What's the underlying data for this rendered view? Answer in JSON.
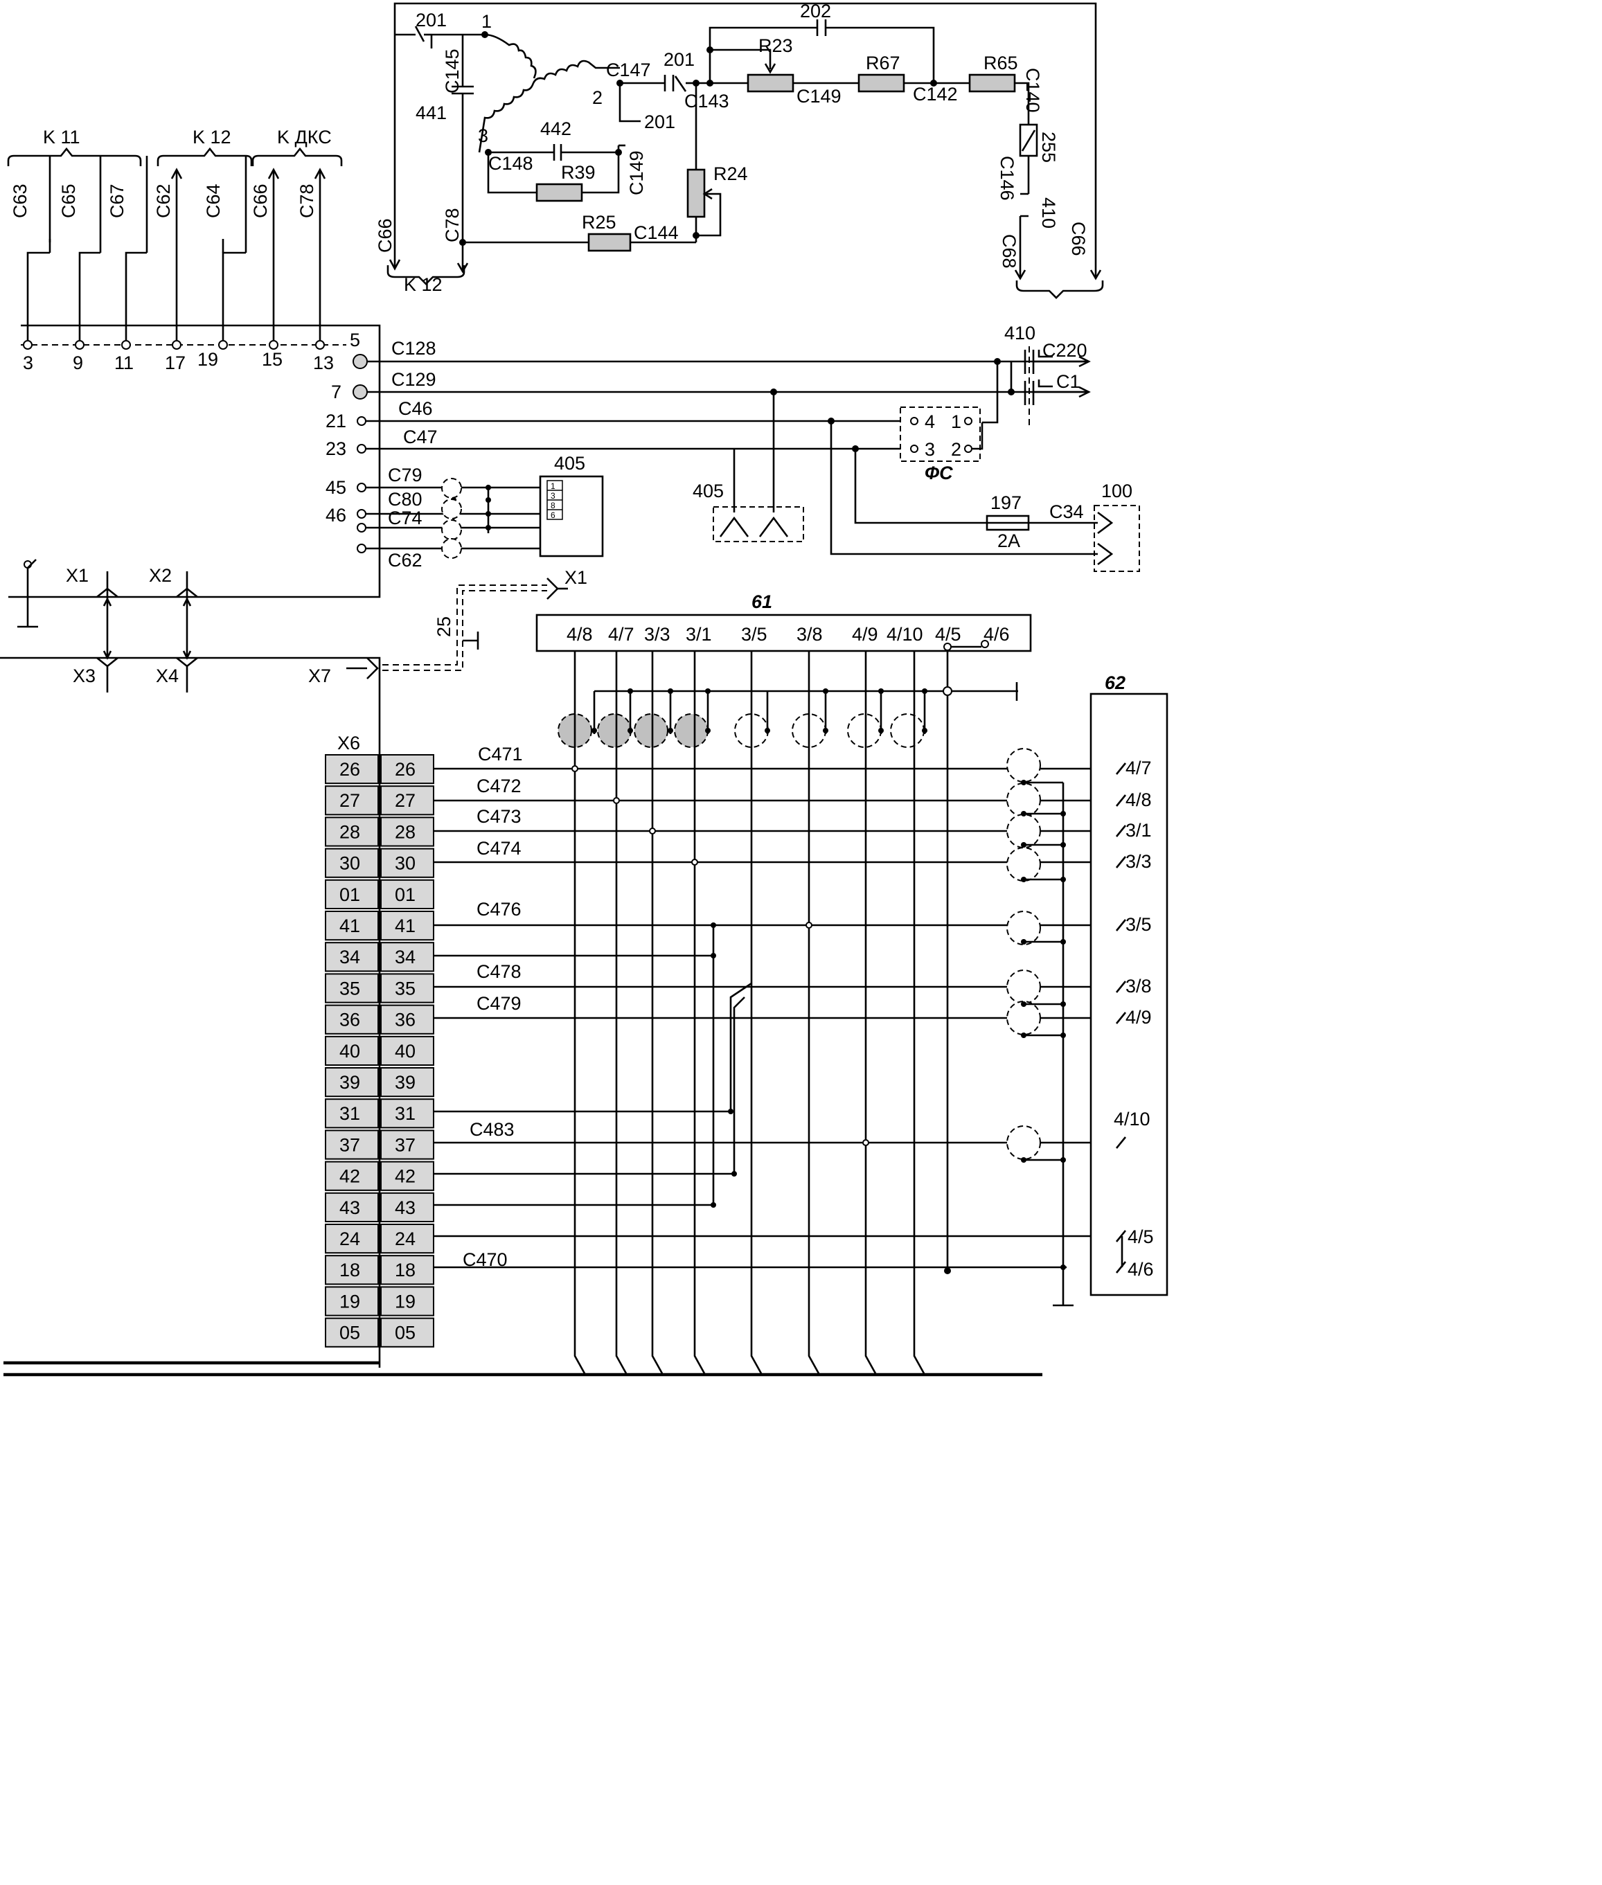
{
  "top_circuit": {
    "nodes": [
      "201",
      "1",
      "2",
      "3",
      "201",
      "202"
    ],
    "wires": [
      "C145",
      "441",
      "C147",
      "C143",
      "C149",
      "C142",
      "C140",
      "C146",
      "C148",
      "C149",
      "C78",
      "C144",
      "C66",
      "C66",
      "C68"
    ],
    "resistors": [
      "R23",
      "R67",
      "R65",
      "R24",
      "R39",
      "R25"
    ],
    "misc": [
      "442",
      "201",
      "255",
      "410"
    ],
    "bracket_label": "K 12"
  },
  "left_top": {
    "groups": [
      "K 11",
      "K 12",
      "K ДКС"
    ],
    "wires": [
      "C63",
      "C65",
      "C67",
      "C62",
      "C64",
      "C66",
      "C78"
    ],
    "terminals": [
      "3",
      "9",
      "11",
      "17",
      "19",
      "15",
      "13"
    ]
  },
  "connector_pins": {
    "pins": [
      "5",
      "7",
      "21",
      "23",
      "45",
      "46"
    ],
    "wires": [
      "C128",
      "C129",
      "C46",
      "C47",
      "C79",
      "C80",
      "C74",
      "C62"
    ],
    "block_405": {
      "label": "405",
      "cells": [
        "1",
        "3",
        "8",
        "6"
      ]
    }
  },
  "right_mid": {
    "node_410": "410",
    "out_wires": [
      "C220",
      "C1"
    ],
    "fs_label": "ФС",
    "fs_pins": [
      "4",
      "1",
      "3",
      "2"
    ],
    "connector_405": "405",
    "fuse_label": "197",
    "fuse_rating": "2А",
    "fuse_wire": "C34",
    "connector_100": "100"
  },
  "jacks": {
    "labels": [
      "X1",
      "X2",
      "X3",
      "X4",
      "X7",
      "X1"
    ],
    "cable_25": "25"
  },
  "block61": {
    "title": "61",
    "pins": [
      "4/8",
      "4/7",
      "3/3",
      "3/1",
      "3/5",
      "3/8",
      "4/9",
      "4/10",
      "4/5",
      "4/6"
    ]
  },
  "block62": {
    "title": "62",
    "pins": [
      "4/7",
      "4/8",
      "3/1",
      "3/3",
      "3/5",
      "3/8",
      "4/9",
      "4/10",
      "4/5",
      "4/6"
    ]
  },
  "x6": {
    "title": "X6",
    "rows": [
      "26",
      "27",
      "28",
      "30",
      "01",
      "41",
      "34",
      "35",
      "36",
      "40",
      "39",
      "31",
      "37",
      "42",
      "43",
      "24",
      "18",
      "19",
      "05"
    ],
    "wire_labels": [
      "C471",
      "C472",
      "C473",
      "C474",
      "C476",
      "C478",
      "C479",
      "C483",
      "C470"
    ]
  }
}
